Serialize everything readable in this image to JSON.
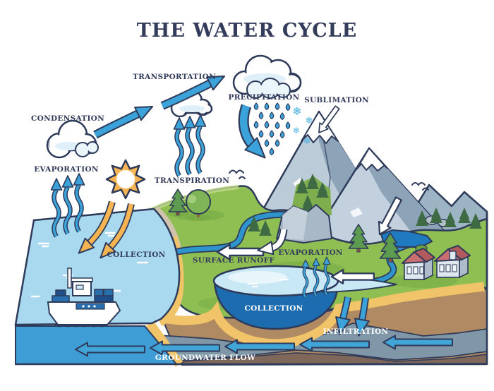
{
  "title": "THE WATER CYCLE",
  "stages": {
    "transportation": "TRANSPORTATION",
    "condensation": "CONDENSATION",
    "evaporation_ocean": "EVAPORATION",
    "precipitation": "PRECIPITATION",
    "sublimation": "SUBLIMATION",
    "transpiration": "TRANSPIRATION",
    "collection_ocean": "COLLECTION",
    "surface_runoff": "SURFACE RUNOFF",
    "evaporation_lake": "EVAPORATION",
    "collection_lake": "COLLECTION",
    "infiltration": "INFILTRATION",
    "groundwater_flow": "GROUNDWATER FLOW"
  },
  "icons": {
    "snowflake": "❄"
  },
  "palette": {
    "text_navy": "#343c5c",
    "outline_navy": "#2e3a59",
    "arrow_blue": "#3ba2da",
    "sun_orange": "#f6b453",
    "ocean_surface": "#a9d9ef",
    "ocean_deep": "#3f9dd6",
    "lake_surface": "#c9e8f6",
    "lake_bowl": "#1e6cb0",
    "grass_green": "#8fbf53",
    "sand": "#f2c46a",
    "soil_brown": "#b08a62",
    "aquifer_grey": "#7e98a9",
    "mountain_grey": "#9db4c4",
    "roof_red": "#c96f72",
    "label_light": "#ffffff"
  }
}
